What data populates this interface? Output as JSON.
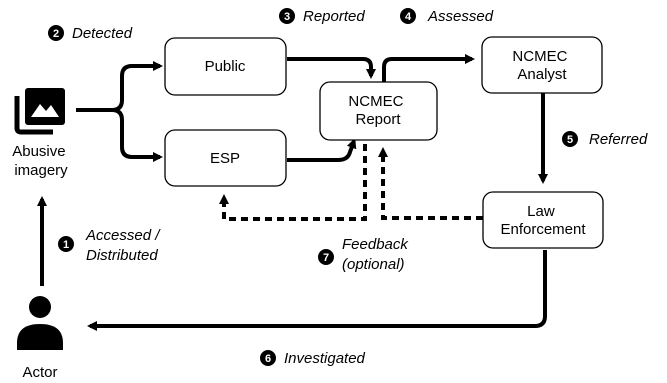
{
  "nodes": {
    "public": "Public",
    "esp": "ESP",
    "ncmec_report": [
      "NCMEC",
      "Report"
    ],
    "ncmec_analyst": [
      "NCMEC",
      "Analyst"
    ],
    "law_enforcement": [
      "Law",
      "Enforcement"
    ],
    "abusive_imagery": [
      "Abusive",
      "imagery"
    ],
    "actor": "Actor"
  },
  "steps": [
    {
      "number": "1",
      "lines": [
        "Accessed /",
        "Distributed"
      ]
    },
    {
      "number": "2",
      "lines": [
        "Detected"
      ]
    },
    {
      "number": "3",
      "lines": [
        "Reported"
      ]
    },
    {
      "number": "4",
      "lines": [
        "Assessed"
      ]
    },
    {
      "number": "5",
      "lines": [
        "Referred"
      ]
    },
    {
      "number": "6",
      "lines": [
        "Investigated"
      ]
    },
    {
      "number": "7",
      "lines": [
        "Feedback",
        "(optional)"
      ]
    }
  ],
  "icons": {
    "imagery": "image-stack-icon",
    "actor": "person-icon"
  }
}
